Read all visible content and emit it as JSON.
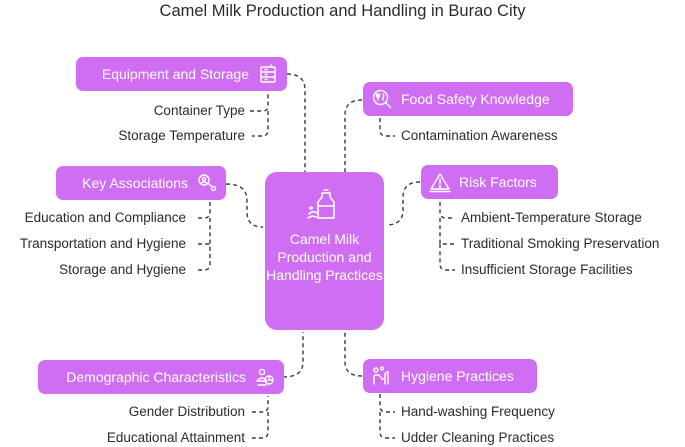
{
  "title": "Camel Milk Production and Handling in Burao City",
  "center": {
    "label": "Camel Milk Production and Handling Practices",
    "icon": "milk-can-icon"
  },
  "branches": [
    {
      "label": "Equipment and Storage",
      "icon": "storage-icon",
      "items": [
        "Container Type",
        "Storage Temperature"
      ]
    },
    {
      "label": "Key Associations",
      "icon": "network-icon",
      "items": [
        "Education and Compliance",
        "Transportation and Hygiene",
        "Storage and Hygiene"
      ]
    },
    {
      "label": "Demographic Characteristics",
      "icon": "people-icon",
      "items": [
        "Gender Distribution",
        "Educational Attainment"
      ]
    },
    {
      "label": "Food Safety Knowledge",
      "icon": "search-food-icon",
      "items": [
        "Contamination Awareness"
      ]
    },
    {
      "label": "Risk Factors",
      "icon": "warning-icon",
      "items": [
        "Ambient-Temperature Storage",
        "Traditional Smoking Preservation",
        "Insufficient Storage Facilities"
      ]
    },
    {
      "label": "Hygiene Practices",
      "icon": "handwash-icon",
      "items": [
        "Hand-washing Frequency",
        "Udder Cleaning Practices"
      ]
    }
  ],
  "colors": {
    "node_fill": "#cf6ef2",
    "node_text": "#ffffff",
    "text": "#2b2b2b",
    "connector": "#3a3a3a"
  }
}
